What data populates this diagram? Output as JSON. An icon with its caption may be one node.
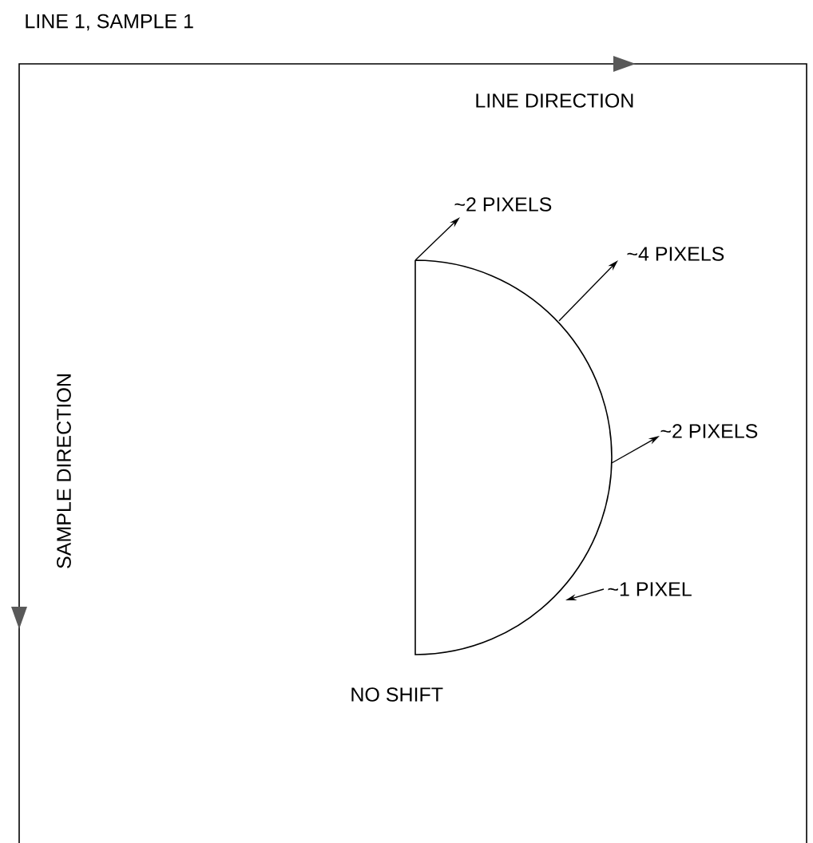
{
  "diagram": {
    "nodes": [
      {
        "text": [],
        "shape": "semicircle"
      }
    ],
    "edges": [],
    "labels": [
      "LINE 1, SAMPLE 1",
      "LINE DIRECTION",
      "~2 PIXELS",
      "~4 PIXELS",
      "SAMPLE DIRECTION",
      "~2 PIXELS",
      "~1 PIXEL",
      "NO SHIFT"
    ]
  }
}
